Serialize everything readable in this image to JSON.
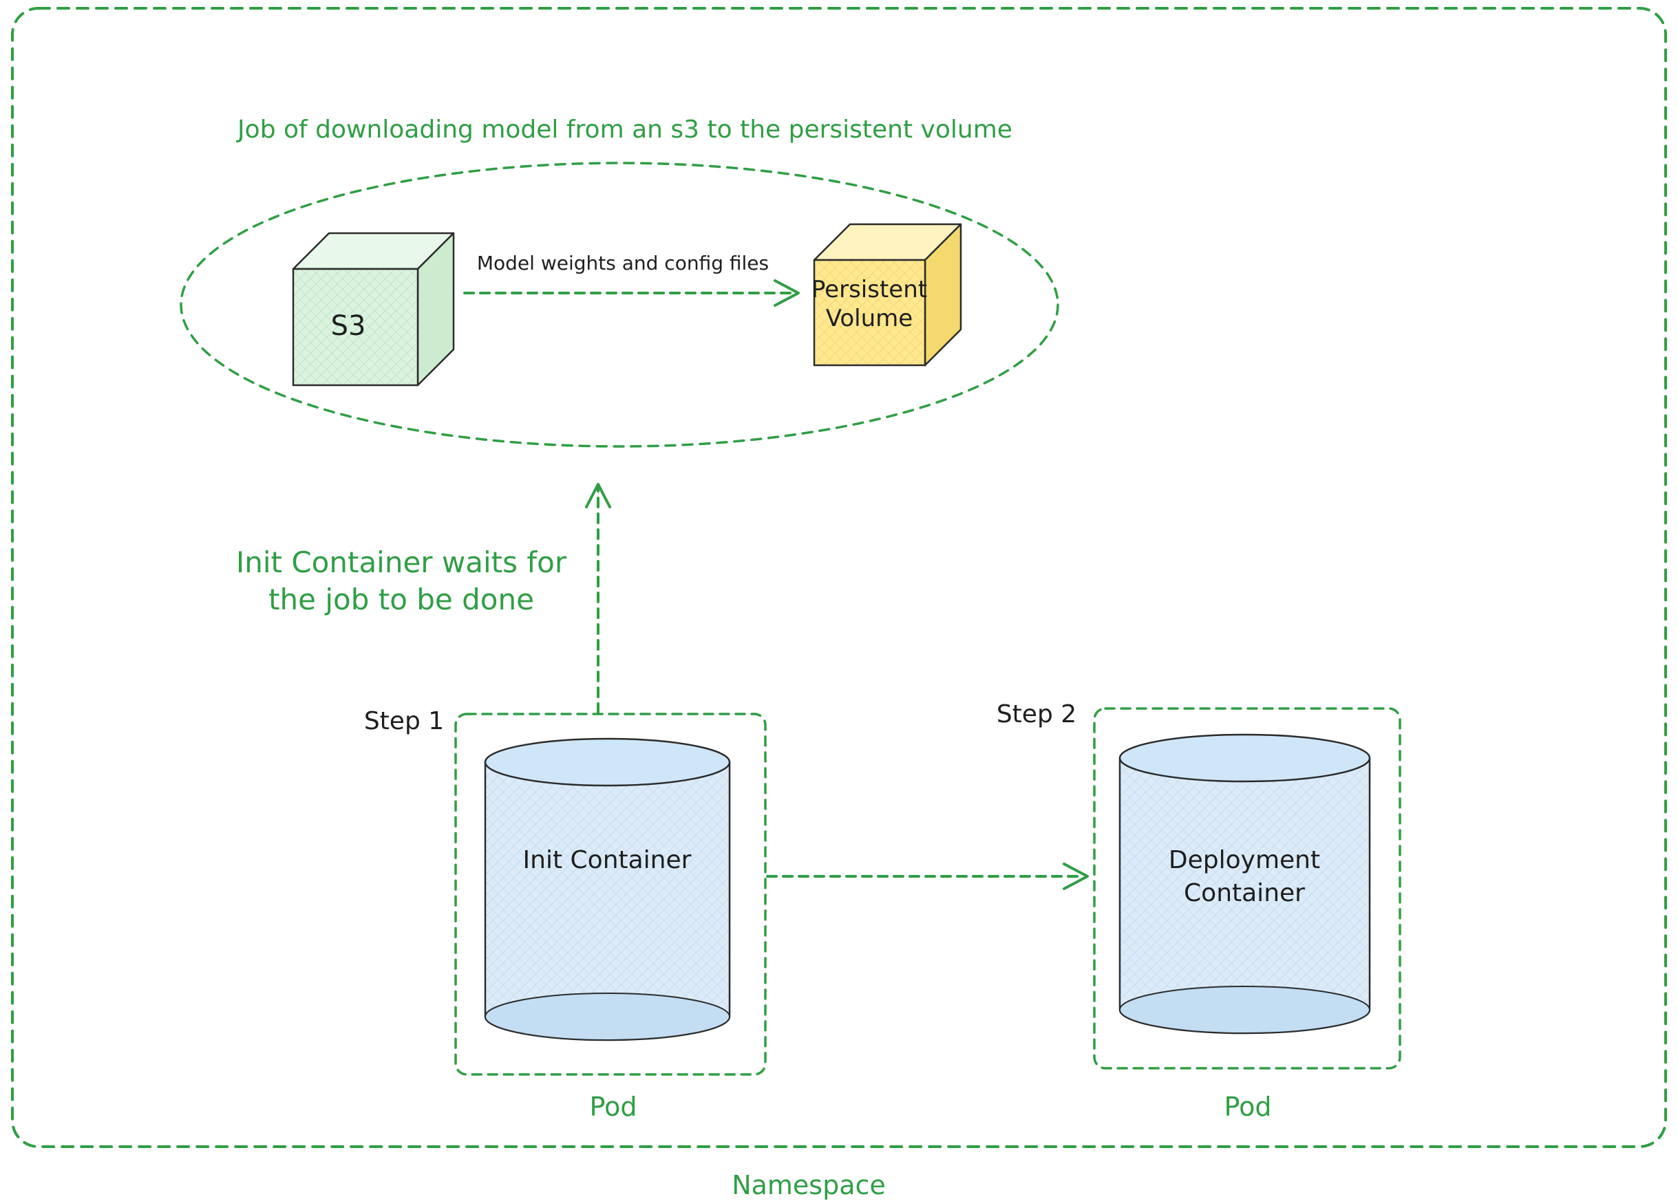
{
  "namespace": {
    "label": "Namespace"
  },
  "job": {
    "title": "Job of downloading model from an s3 to the persistent volume",
    "s3_label": "S3",
    "arrow_label": "Model weights and config files",
    "pv_line1": "Persistent",
    "pv_line2": "Volume"
  },
  "wait_note": {
    "line1": "Init Container waits for",
    "line2": "the job to be done"
  },
  "pods": {
    "step1": {
      "step_label": "Step 1",
      "container_label": "Init Container",
      "pod_label": "Pod"
    },
    "step2": {
      "step_label": "Step 2",
      "container_line1": "Deployment",
      "container_line2": "Container",
      "pod_label": "Pod"
    }
  },
  "colors": {
    "accent_green": "#2f9e44",
    "ink_dark": "#1e1e1e",
    "s3_cube_fill": "#dcf3df",
    "persistent_volume_fill": "#ffe88f",
    "cylinder_fill": "#ddebf8"
  }
}
